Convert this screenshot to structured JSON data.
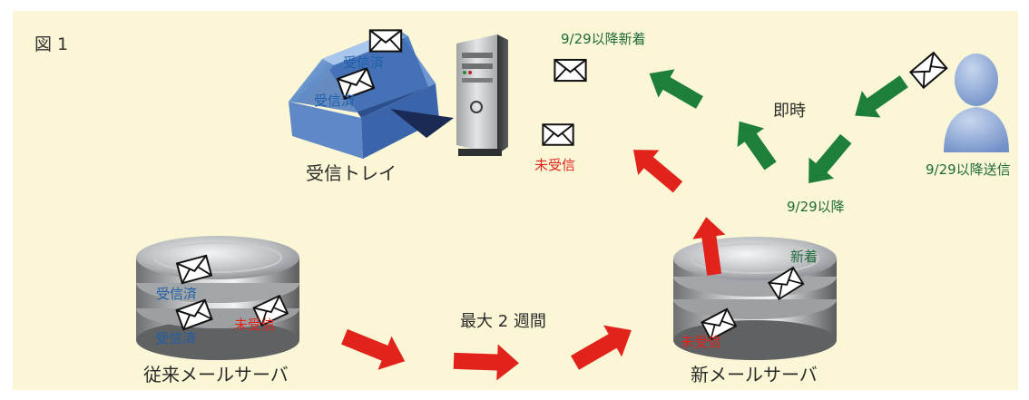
{
  "figure_label": "図 1",
  "labels": {
    "inbox_tray": "受信トレイ",
    "old_server": "従来メールサーバ",
    "new_server": "新メールサーバ",
    "max_period": "最大 2 週間",
    "immediate": "即時",
    "since_date": "9/29以降",
    "new_since_date": "9/29以降新着",
    "sent_since_date": "9/29以降送信"
  },
  "mail_tags": {
    "received": "受信済",
    "unreceived": "未受信",
    "new": "新着"
  },
  "colors": {
    "background": "#fbf7d6",
    "green_arrow": "#1e7f3a",
    "red_arrow": "#e1231b",
    "text_green": "#1f6a3c",
    "text_red": "#e1231b",
    "text_blue": "#1d5fa8"
  },
  "icons": [
    "inbox-tray-icon",
    "pc-tower-icon",
    "envelope-icon",
    "database-icon",
    "user-silhouette-icon",
    "arrow-icon"
  ]
}
